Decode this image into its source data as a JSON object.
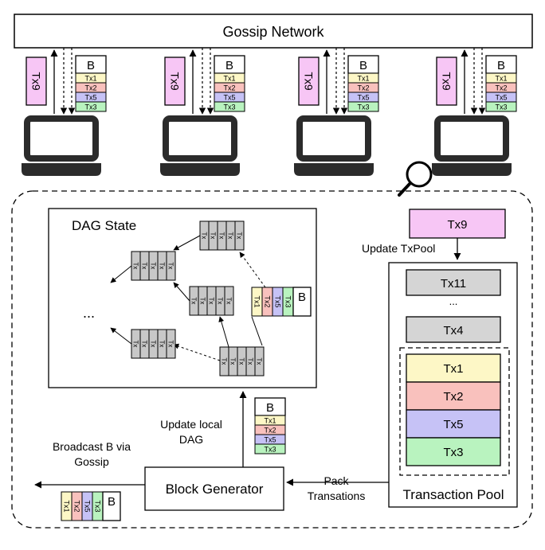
{
  "gossip": {
    "label": "Gossip Network"
  },
  "nodes": [
    {
      "tx_label": "Tx9",
      "block": {
        "header": "B",
        "txs": [
          "Tx1",
          "Tx2",
          "Tx5",
          "Tx3"
        ]
      }
    },
    {
      "tx_label": "Tx9",
      "block": {
        "header": "B",
        "txs": [
          "Tx1",
          "Tx2",
          "Tx5",
          "Tx3"
        ]
      }
    },
    {
      "tx_label": "Tx9",
      "block": {
        "header": "B",
        "txs": [
          "Tx1",
          "Tx2",
          "Tx5",
          "Tx3"
        ]
      }
    },
    {
      "tx_label": "Tx9",
      "block": {
        "header": "B",
        "txs": [
          "Tx1",
          "Tx2",
          "Tx5",
          "Tx3"
        ]
      }
    }
  ],
  "dag": {
    "title": "DAG State",
    "ellipsis": "...",
    "block_tx_label": "Tx",
    "new_block": {
      "header": "B",
      "txs": [
        "Tx1",
        "Tx2",
        "Tx5",
        "Tx3"
      ]
    }
  },
  "pool": {
    "incoming_tx": "Tx9",
    "update_label": "Update TxPool",
    "title": "Transaction Pool",
    "queued": [
      "Tx11",
      "Tx4"
    ],
    "ellipsis": "...",
    "selected": [
      "Tx1",
      "Tx2",
      "Tx5",
      "Tx3"
    ]
  },
  "generator": {
    "label": "Block Generator",
    "update_dag_line1": "Update local",
    "update_dag_line2": "DAG",
    "pack_line1": "Pack",
    "pack_line2": "Transations",
    "broadcast_line1": "Broadcast B via",
    "broadcast_line2": "Gossip",
    "output_block": {
      "header": "B",
      "txs": [
        "Tx1",
        "Tx2",
        "Tx5",
        "Tx3"
      ]
    },
    "broadcast_block": {
      "header": "B",
      "txs": [
        "Tx1",
        "Tx2",
        "Tx5",
        "Tx3"
      ]
    }
  },
  "colors": {
    "tx1": "#fdf7c6",
    "tx2": "#f9c1bd",
    "tx5": "#c6c2f6",
    "tx3": "#b9f3bf",
    "tx9": "#f7c6f5",
    "queued": "#d5d5d5",
    "dag_block": "#c8c8c8"
  }
}
